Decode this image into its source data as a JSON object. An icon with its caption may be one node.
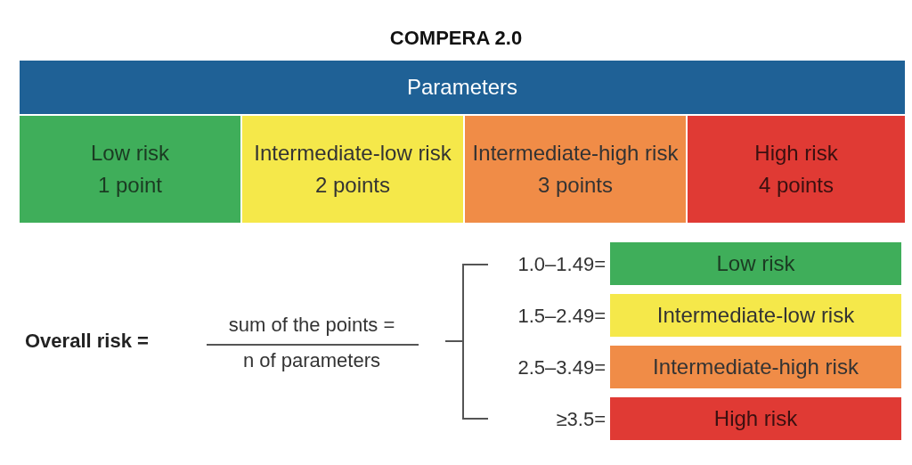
{
  "diagram": {
    "title": "COMPERA 2.0",
    "nodes": [
      {
        "text": [
          "Parameters"
        ]
      },
      {
        "text": [
          "Low risk",
          "1 point"
        ]
      },
      {
        "text": [
          "Intermediate-low risk",
          "2 points"
        ]
      },
      {
        "text": [
          "Intermediate-high risk",
          "3 points"
        ]
      },
      {
        "text": [
          "High risk",
          "4 points"
        ]
      },
      {
        "text": [
          "Low risk"
        ]
      },
      {
        "text": [
          "Intermediate-low risk"
        ]
      },
      {
        "text": [
          "Intermediate-high risk"
        ]
      },
      {
        "text": [
          "High risk"
        ]
      }
    ],
    "edges": [],
    "labels": [
      "Overall risk =",
      "sum of the points =",
      "n of parameters",
      "1.0–1.49=",
      "1.5–2.49=",
      "2.5–3.49=",
      "≥3.5="
    ]
  }
}
